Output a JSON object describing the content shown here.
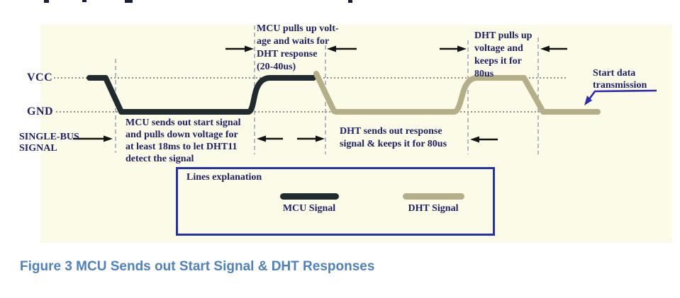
{
  "diagram": {
    "axis": {
      "vcc": "VCC",
      "gnd": "GND",
      "bus": "SINGLE-BUS\nSIGNAL"
    },
    "annotations": {
      "mcu_start": "MCU sends out start signal\nand pulls down voltage for\nat least 18ms to let DHT11\ndetect the signal",
      "mcu_pullup": "MCU pulls up volt-\nage and waits for\nDHT response\n(20-40us)",
      "dht_response": "DHT sends out response\nsignal & keeps it for 80us",
      "dht_pullup": "DHT pulls up\nvoltage and\nkeeps it for\n80us",
      "start_data": "Start data\ntransmission"
    },
    "colors": {
      "mcu_signal": "#1f2b2e",
      "dht_signal": "#b4af89",
      "annotation_text": "#1e1f66",
      "legend_border": "#2433aa",
      "diagram_background": "#fbfbe7",
      "blue_arrow": "#2a2ab2"
    }
  },
  "legend": {
    "title": "Lines explanation",
    "mcu_label": "MCU Signal",
    "dht_label": "DHT Signal"
  },
  "caption": "Figure 3 MCU Sends out Start Signal & DHT Responses"
}
